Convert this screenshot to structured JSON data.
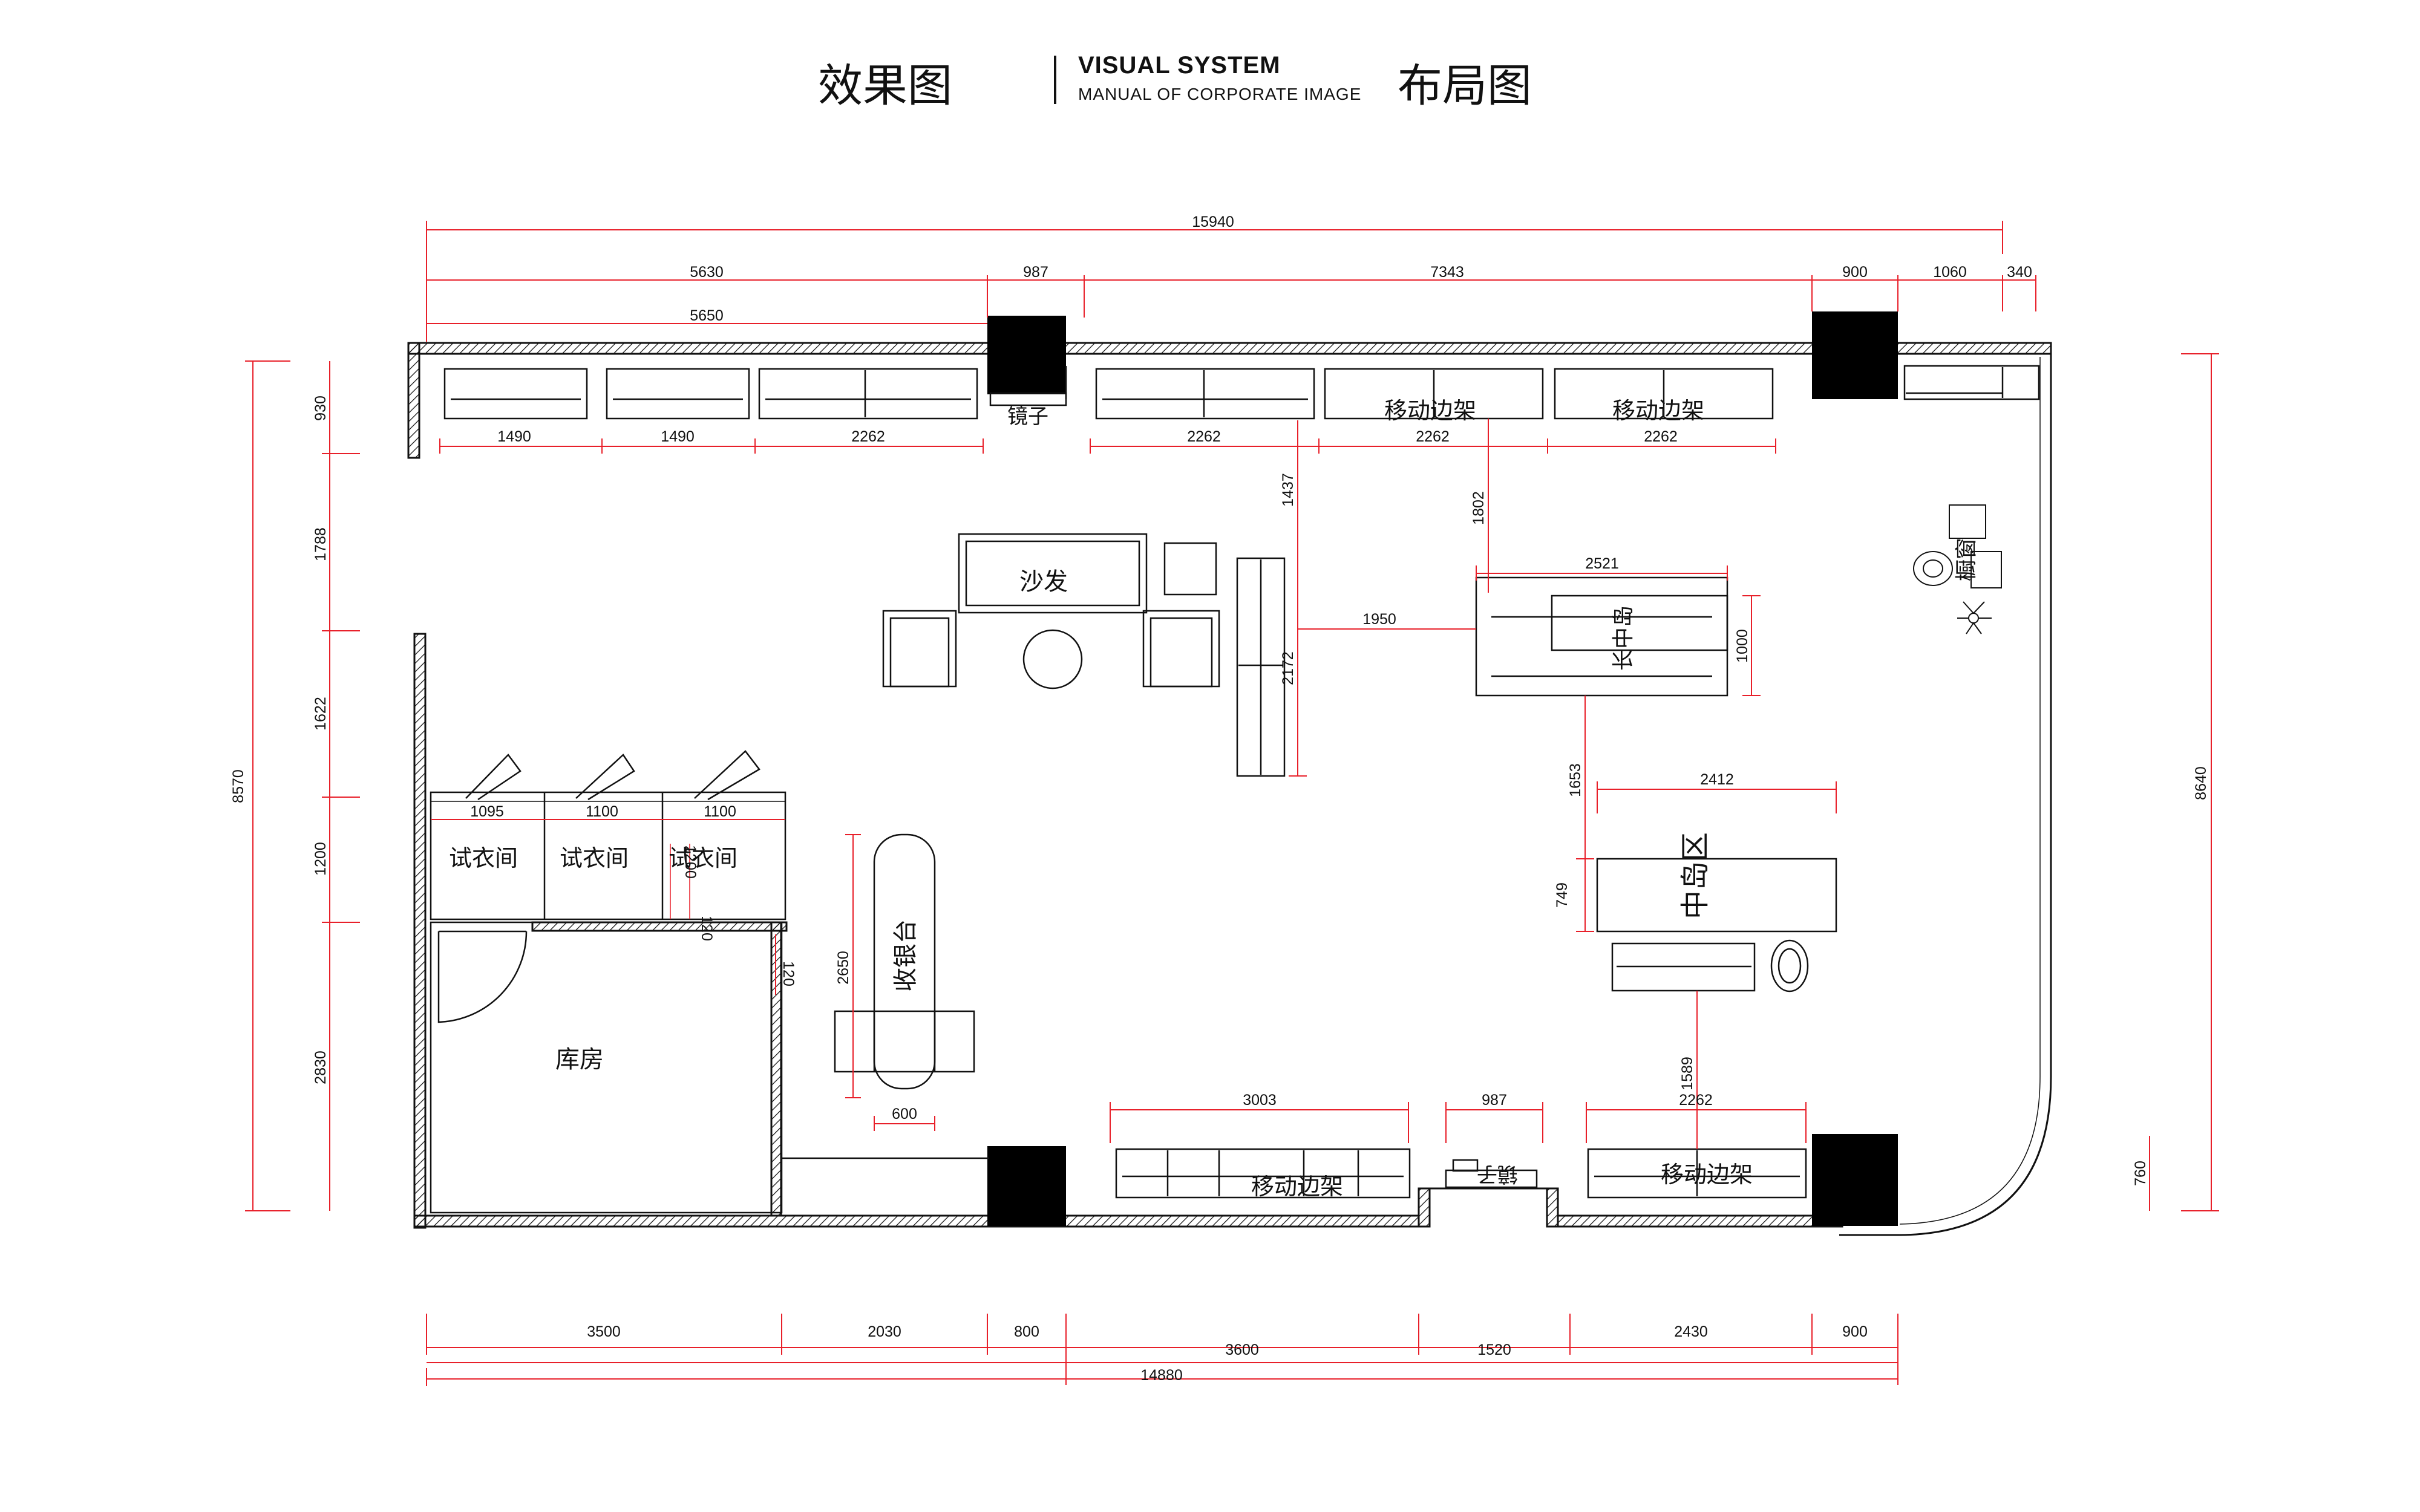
{
  "header": {
    "left_title": "效果图",
    "brand_title": "VISUAL SYSTEM",
    "brand_subtitle": "MANUAL OF CORPORATE IMAGE",
    "right_title": "布局图"
  },
  "colors": {
    "dimension_line": "#e8202a",
    "wall": "#111111",
    "column": "#000000",
    "background": "#ffffff"
  },
  "dimensions": {
    "top_total": "15940",
    "top_a": "5630",
    "top_b": "987",
    "top_c": "7343",
    "top_d": "900",
    "top_e": "1060",
    "top_f": "340",
    "top_inner": "5650",
    "shelf_1": "1490",
    "shelf_2": "1490",
    "shelf_3": "2262",
    "shelf_4": "2262",
    "shelf_5": "2262",
    "shelf_6": "2262",
    "left_total": "8570",
    "left_1": "930",
    "left_2": "1788",
    "left_3": "1622",
    "left_4": "1200",
    "left_5": "2830",
    "right_total": "8640",
    "right_small": "760",
    "fit_1": "1095",
    "fit_2": "1100",
    "fit_3": "1100",
    "fit_wall_a": "1200",
    "fit_wall_b": "120",
    "fit_wall_c": "120",
    "v_1437": "1437",
    "v_2172": "2172",
    "h_1950": "1950",
    "v_1802": "1802",
    "island_long_w": "2521",
    "island_long_h": "1000",
    "v_1653": "1653",
    "island_mid_w": "2412",
    "v_749": "749",
    "v_1589": "1589",
    "cashier_h": "2650",
    "cashier_w": "600",
    "bottom_shelf_1": "3003",
    "bottom_mirror": "987",
    "bottom_shelf_2": "2262",
    "bot_a": "3500",
    "bot_b": "2030",
    "bot_c": "800",
    "bot_d": "3600",
    "bot_e": "1520",
    "bot_f": "2430",
    "bot_g": "900",
    "bot_total": "14880"
  },
  "rooms": {
    "mirror_top": "镜子",
    "shelf_top_1": "移动边架",
    "shelf_top_2": "移动边架",
    "sofa": "沙发",
    "long_island": "长中岛",
    "window": "橱窗",
    "fitting_1": "试衣间",
    "fitting_2": "试衣间",
    "fitting_3": "试衣间",
    "cashier": "收银台",
    "storage": "库房",
    "mid_island": "中岛区",
    "shelf_bottom_1": "移动边架",
    "mirror_bottom": "镜子",
    "shelf_bottom_2": "移动边架"
  }
}
